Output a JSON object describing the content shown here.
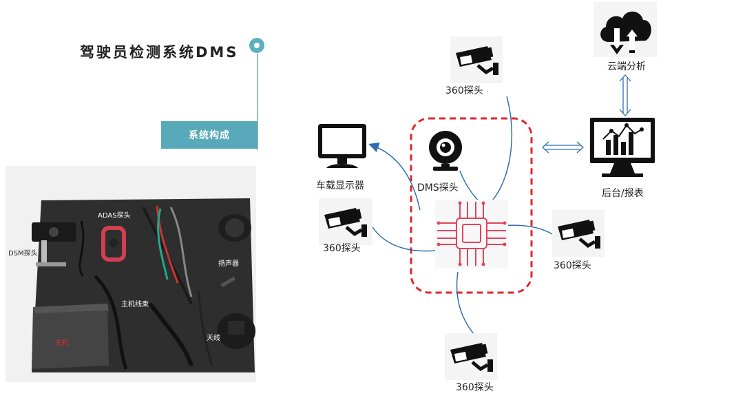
{
  "header": {
    "title": "驾驶员检测系统DMS",
    "section_tag": "系统构成"
  },
  "photo": {
    "labels": {
      "adas": "ADAS探头",
      "dsm": "DSM探头",
      "speaker": "扬声器",
      "harness": "主机线束",
      "antenna": "天线",
      "host": "主机"
    }
  },
  "diagram": {
    "cloud_label": "云端分析",
    "backend_label": "后台/报表",
    "display_label": "车载显示器",
    "dms_label": "DMS探头",
    "cam_top_label": "360探头",
    "cam_left_label": "360探头",
    "cam_right_label": "360探头",
    "cam_bottom_label": "360探头"
  },
  "colors": {
    "accent": "#58a9b9",
    "dashed_box": "#e0262b",
    "link": "#2f6fb0",
    "chip": "#e0455e"
  }
}
